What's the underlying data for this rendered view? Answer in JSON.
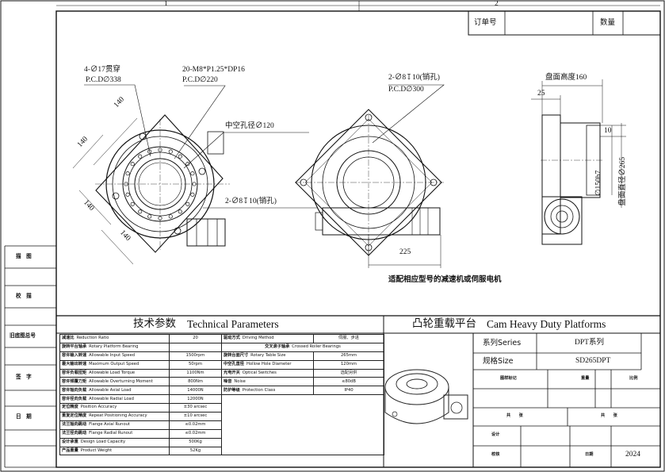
{
  "zones": {
    "zone_1": "1",
    "zone_2": "2"
  },
  "order_box": {
    "order_label": "订单号",
    "qty_label": "数量"
  },
  "left_sidebar": {
    "draw_label": "描　图",
    "check_label": "校　描",
    "old_no_label": "旧底图总号",
    "sign_label": "签　字",
    "date_label": "日　期"
  },
  "front_view": {
    "holes_line1": "4-∅17贯穿",
    "holes_line2": "P.C.D∅338",
    "thread_line1": "20-M8*P1.25*DP16",
    "thread_line2": "P.C.D∅220",
    "hollow_bore": "中空孔径∅120",
    "dim_top": "140",
    "dim_left_top": "140",
    "dim_left_bottom": "140",
    "dim_bottom": "140",
    "pin_holes": "2-∅8↧10(销孔)"
  },
  "rear_view": {
    "pin_line1": "2-∅8↧10(销孔)",
    "pin_line2": "P.C.D∅300",
    "dim_width": "225",
    "note": "适配相应型号的减速机或伺服电机"
  },
  "side_view": {
    "table_height": "盘面高度160",
    "dim_25": "25",
    "dim_10": "10",
    "dia_150": "∅150h7",
    "dia_265": "盘面直径∅265"
  },
  "tech": {
    "title_cn": "技术参数",
    "title_en": "Technical Parameters",
    "left_rows": [
      {
        "cn": "减速比",
        "en": "Reduction Ratio",
        "val": "20"
      },
      {
        "cn": "旋转平台轴承",
        "en": "Rotary Platform Bearing",
        "val": ""
      },
      {
        "cn": "容许输入转速",
        "en": "Allowable Input Speed",
        "val": "1500rpm"
      },
      {
        "cn": "最大输出转速",
        "en": "Maximum Output Speed",
        "val": "50rpm"
      },
      {
        "cn": "容许负载扭矩",
        "en": "Allowable Load Torque",
        "val": "1100Nm"
      },
      {
        "cn": "容许倾覆力矩",
        "en": "Allowable Overturning Moment",
        "val": "800Nm"
      },
      {
        "cn": "容许轴向负载",
        "en": "Allowable Axial Load",
        "val": "14000N"
      },
      {
        "cn": "容许径向负载",
        "en": "Allowable Radial Load",
        "val": "12000N"
      },
      {
        "cn": "定位精度",
        "en": "Position Accuracy",
        "val": "±30 arcsec"
      },
      {
        "cn": "重复定位精度",
        "en": "Repeat Positioning Accuracy",
        "val": "±10 arcsec"
      },
      {
        "cn": "法兰轴向跳动",
        "en": "Flange Axial Runout",
        "val": "≤0.02mm"
      },
      {
        "cn": "法兰径向跳动",
        "en": "Flange Radial Runout",
        "val": "≤0.02mm"
      },
      {
        "cn": "设计承重",
        "en": "Design Load Capacity",
        "val": "500Kg"
      },
      {
        "cn": "产品重量",
        "en": "Product Weight",
        "val": "52Kg"
      }
    ],
    "right_rows": [
      {
        "cn": "驱动方式",
        "en": "Driving Method",
        "val": "伺服、步进"
      },
      {
        "cn": "交叉滚子轴承",
        "en": "Crossed Roller Bearings",
        "val": ""
      },
      {
        "cn": "旋转台面尺寸",
        "en": "Rotary Table Size",
        "val": "265mm"
      },
      {
        "cn": "中空孔直径",
        "en": "Hollow Hole Diameter",
        "val": "120mm"
      },
      {
        "cn": "光电开关",
        "en": "Optical Switches",
        "val": "选配另供"
      },
      {
        "cn": "噪音",
        "en": "Noise",
        "val": "≤80dB"
      },
      {
        "cn": "防护等级",
        "en": "Protection Class",
        "val": "IP40"
      }
    ]
  },
  "title_block": {
    "title_cn": "凸轮重载平台",
    "title_en": "Cam Heavy Duty Platforms",
    "series_label": "系列Series",
    "series_value": "DPT系列",
    "size_label": "规格Size",
    "size_value": "SD265DPT",
    "mark_label": "图样标记",
    "weight_label": "重量",
    "scale_label": "比例",
    "total_label": "共　　张",
    "sheet_label": "共　　张",
    "design_label": "设计",
    "verify_label": "校核",
    "date_label": "日期",
    "year": "2024"
  }
}
